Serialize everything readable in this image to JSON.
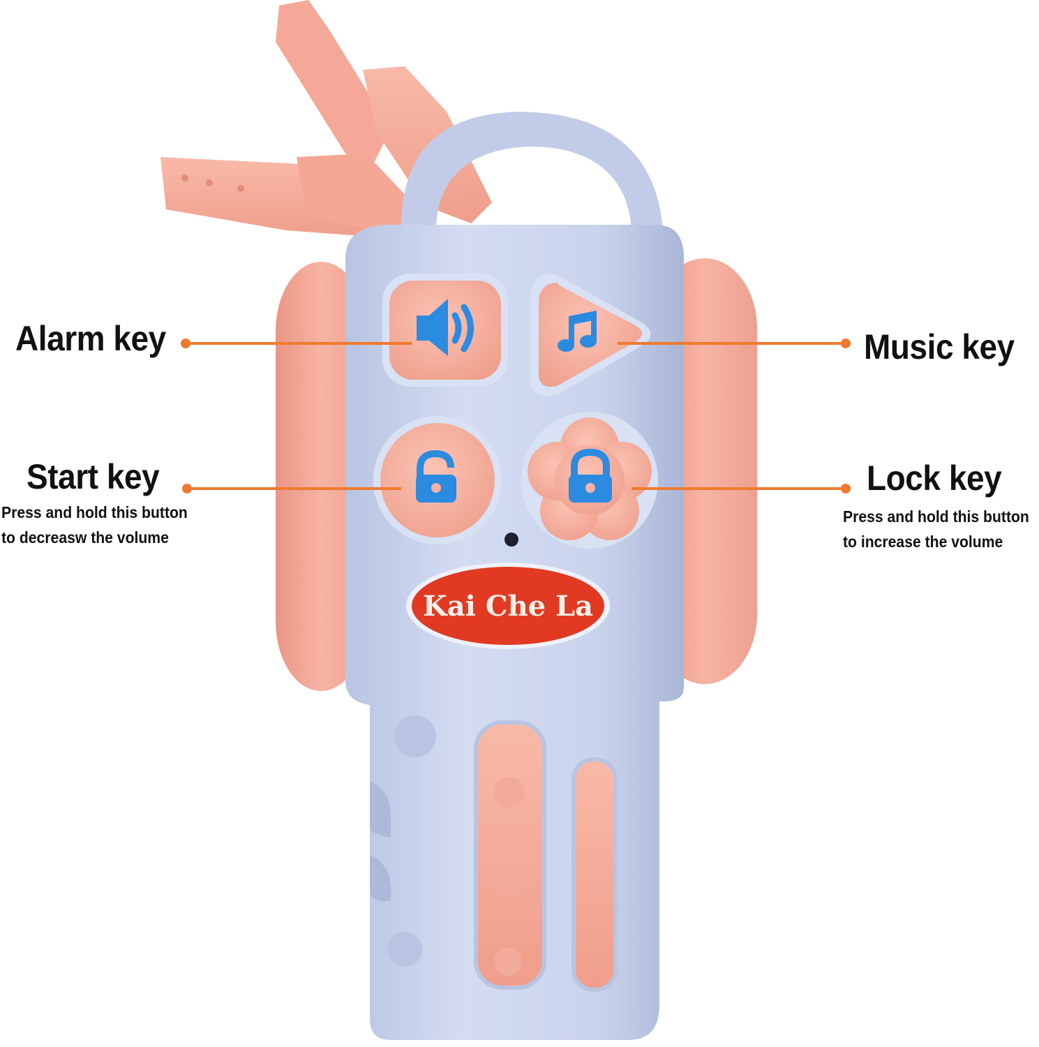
{
  "callouts": {
    "alarm": {
      "title": "Alarm key"
    },
    "music": {
      "title": "Music key"
    },
    "start": {
      "title": "Start key",
      "note_line1": "Press and hold this button",
      "note_line2": "to decreasw the volume"
    },
    "lock": {
      "title": "Lock key",
      "note_line1": "Press and hold this button",
      "note_line2": "to  increase the volume"
    }
  },
  "toy": {
    "brand": "Kai Che La",
    "buttons": [
      {
        "name": "alarm",
        "icon": "speaker-icon"
      },
      {
        "name": "music",
        "icon": "music-note-icon"
      },
      {
        "name": "start",
        "icon": "unlock-icon"
      },
      {
        "name": "lock",
        "icon": "lock-icon"
      }
    ]
  },
  "colors": {
    "body_blue": "#c9d3ec",
    "shell_pink": "#f7b2a3",
    "icon_blue": "#2a8be0",
    "brand_red": "#e23a22",
    "leader_orange": "#ef7a2e"
  }
}
